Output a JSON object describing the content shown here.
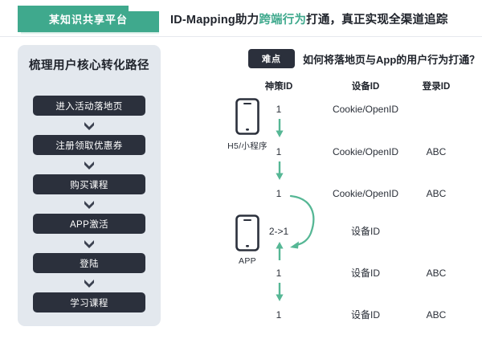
{
  "header": {
    "brand": "某知识共享平台",
    "title_prefix": "ID-Mapping助力",
    "title_highlight": "跨端行为",
    "title_suffix": "打通，真正实现全渠道追踪",
    "brand_color": "#3fa98d",
    "highlight_color": "#3fa98d"
  },
  "left_panel": {
    "title": "梳理用户核心转化路径",
    "background_color": "#e3e8ee",
    "step_color": "#2b303c",
    "steps": [
      {
        "label": "进入活动落地页"
      },
      {
        "label": "注册领取优惠券"
      },
      {
        "label": "购买课程"
      },
      {
        "label": "APP激活"
      },
      {
        "label": "登陆"
      },
      {
        "label": "学习课程"
      }
    ],
    "connector_icon": "chevron-down-icon"
  },
  "right_panel": {
    "badge": "难点",
    "question": "如何将落地页与App的用户行为打通？",
    "badge_color": "#2b303c",
    "arrow_color": "#56b795",
    "columns": [
      "神策ID",
      "设备ID",
      "登录ID"
    ],
    "groups": [
      {
        "device_label": "H5/小程序",
        "device_icon": "smartphone-icon",
        "rows": [
          {
            "sensors_id": "1",
            "device_id": "Cookie/OpenID",
            "login_id": ""
          },
          {
            "sensors_id": "1",
            "device_id": "Cookie/OpenID",
            "login_id": "ABC"
          },
          {
            "sensors_id": "1",
            "device_id": "Cookie/OpenID",
            "login_id": "ABC"
          }
        ],
        "row_arrows": [
          "arrow-down-icon",
          "arrow-down-icon"
        ]
      },
      {
        "device_label": "APP",
        "device_icon": "smartphone-icon",
        "rows": [
          {
            "sensors_id": "2->1",
            "device_id": "设备ID",
            "login_id": ""
          },
          {
            "sensors_id": "1",
            "device_id": "设备ID",
            "login_id": "ABC"
          },
          {
            "sensors_id": "1",
            "device_id": "设备ID",
            "login_id": "ABC"
          }
        ],
        "row_arrows": [
          "arrow-up-icon",
          "arrow-down-icon"
        ]
      }
    ],
    "mapping_curve_icon": "curved-arrow-icon"
  }
}
